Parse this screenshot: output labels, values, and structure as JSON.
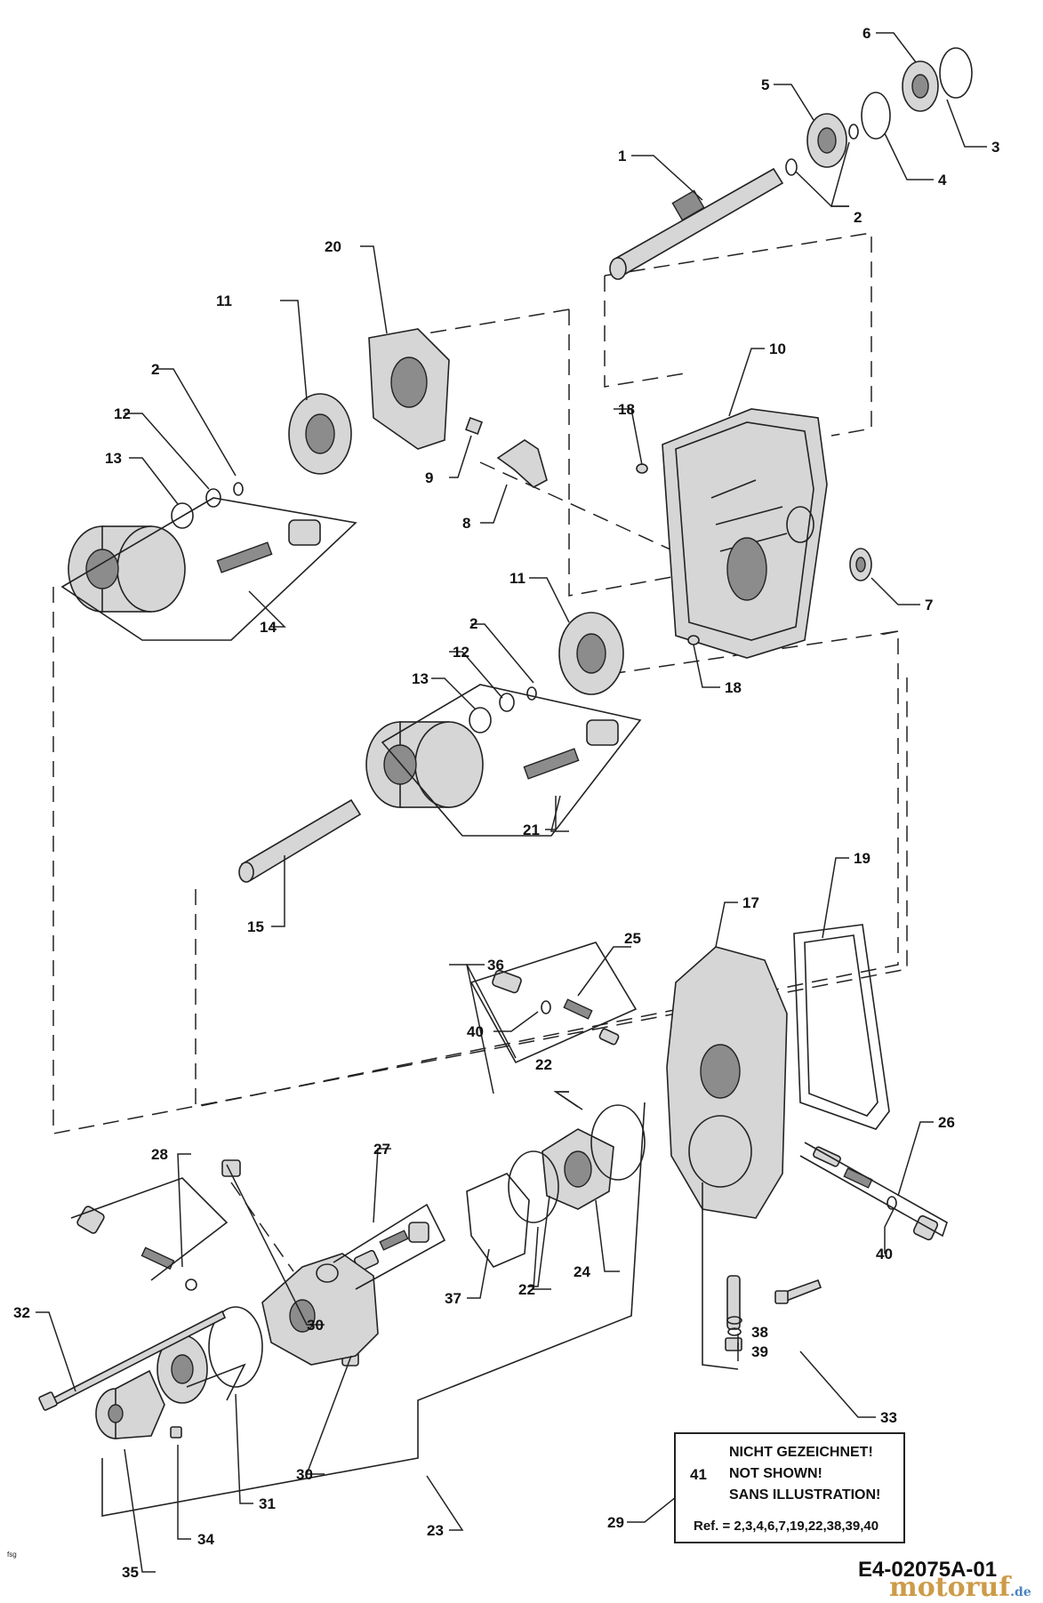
{
  "callouts": [
    {
      "n": "1"
    },
    {
      "n": "2"
    },
    {
      "n": "2"
    },
    {
      "n": "2"
    },
    {
      "n": "3"
    },
    {
      "n": "4"
    },
    {
      "n": "5"
    },
    {
      "n": "6"
    },
    {
      "n": "7"
    },
    {
      "n": "8"
    },
    {
      "n": "9"
    },
    {
      "n": "10"
    },
    {
      "n": "11"
    },
    {
      "n": "11"
    },
    {
      "n": "12"
    },
    {
      "n": "12"
    },
    {
      "n": "13"
    },
    {
      "n": "13"
    },
    {
      "n": "14"
    },
    {
      "n": "15"
    },
    {
      "n": "17"
    },
    {
      "n": "18"
    },
    {
      "n": "18"
    },
    {
      "n": "19"
    },
    {
      "n": "20"
    },
    {
      "n": "21"
    },
    {
      "n": "22"
    },
    {
      "n": "22"
    },
    {
      "n": "23"
    },
    {
      "n": "24"
    },
    {
      "n": "25"
    },
    {
      "n": "26"
    },
    {
      "n": "27"
    },
    {
      "n": "28"
    },
    {
      "n": "29"
    },
    {
      "n": "30"
    },
    {
      "n": "30"
    },
    {
      "n": "31"
    },
    {
      "n": "32"
    },
    {
      "n": "33"
    },
    {
      "n": "34"
    },
    {
      "n": "35"
    },
    {
      "n": "36"
    },
    {
      "n": "37"
    },
    {
      "n": "38"
    },
    {
      "n": "39"
    },
    {
      "n": "40"
    },
    {
      "n": "40"
    }
  ],
  "note": {
    "number": "41",
    "lines": [
      "NICHT GEZEICHNET!",
      "NOT SHOWN!",
      "SANS ILLUSTRATION!"
    ],
    "ref": "Ref. = 2,3,4,6,7,19,22,38,39,40"
  },
  "drawing_code": "E4-02075A-01",
  "corner_mark": "fsg",
  "watermark": {
    "name": "motoruf",
    "tld": ".de"
  }
}
